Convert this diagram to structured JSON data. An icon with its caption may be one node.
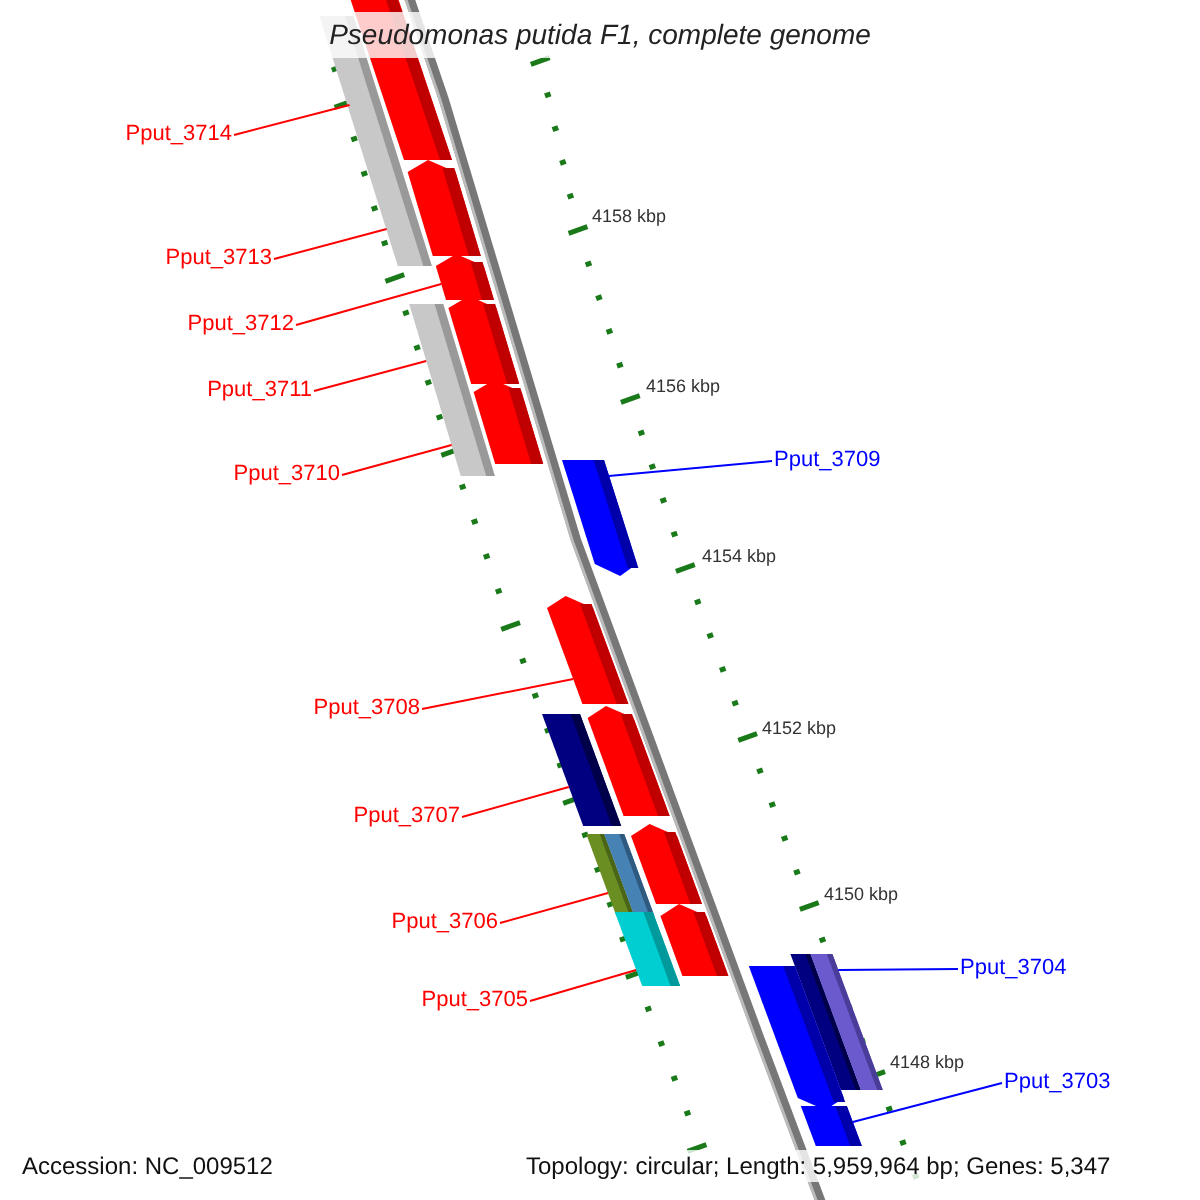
{
  "diagram": {
    "title": "Pseudomonas putida F1, complete genome",
    "nodes": [
      {
        "text": [
          "Pput_3714"
        ]
      },
      {
        "text": [
          "Pput_3713"
        ]
      },
      {
        "text": [
          "Pput_3712"
        ]
      },
      {
        "text": [
          "Pput_3711"
        ]
      },
      {
        "text": [
          "Pput_3709"
        ]
      },
      {
        "text": [
          "Pput_3710"
        ]
      },
      {
        "text": [
          "Pput_3708"
        ]
      },
      {
        "text": [
          "Pput_3707"
        ]
      },
      {
        "text": [
          "Pput_3706"
        ]
      },
      {
        "text": [
          "Pput_3704"
        ]
      },
      {
        "text": [
          "Pput_3705"
        ]
      },
      {
        "text": [
          "Pput_3703"
        ]
      },
      {
        "text": [],
        "shape": "bar"
      },
      {
        "text": [],
        "shape": "bar"
      },
      {
        "text": [],
        "shape": "bar"
      },
      {
        "text": [],
        "shape": "bar"
      },
      {
        "text": [],
        "shape": "bar"
      },
      {
        "text": [],
        "shape": "bar"
      },
      {
        "text": [],
        "shape": "bar"
      },
      {
        "text": [],
        "shape": "bar"
      },
      {
        "text": [],
        "shape": "bar"
      },
      {
        "text": [],
        "shape": "bar"
      },
      {
        "text": [],
        "shape": "bar"
      },
      {
        "text": [],
        "shape": "bar"
      },
      {
        "text": [],
        "shape": "bar"
      },
      {
        "text": [],
        "shape": "bar"
      },
      {
        "text": [],
        "shape": "bar"
      },
      {
        "text": [],
        "shape": "bar"
      },
      {
        "text": [],
        "shape": "bar"
      },
      {
        "text": [],
        "shape": "bar"
      },
      {
        "text": [],
        "shape": "bar"
      },
      {
        "text": [],
        "shape": "bar"
      }
    ],
    "edges": [
      {
        "from": 0,
        "to": 13,
        "arrow": "none"
      },
      {
        "from": 1,
        "to": 13,
        "arrow": "none"
      },
      {
        "from": 2,
        "to": 15,
        "arrow": "none"
      },
      {
        "from": 3,
        "to": 17,
        "arrow": "none"
      },
      {
        "from": 4,
        "to": 19,
        "arrow": "none",
        "color": "#0000ff"
      },
      {
        "from": 5,
        "to": 17,
        "arrow": "none"
      },
      {
        "from": 6,
        "to": 20,
        "arrow": "none"
      },
      {
        "from": 7,
        "to": 22,
        "arrow": "none"
      },
      {
        "from": 8,
        "to": 24,
        "arrow": "none"
      },
      {
        "from": 9,
        "to": 29,
        "arrow": "none",
        "color": "#0000ff"
      },
      {
        "from": 10,
        "to": 27,
        "arrow": "none"
      },
      {
        "from": 11,
        "to": 31,
        "arrow": "none",
        "color": "#0000ff"
      }
    ],
    "labels": [
      "4158 kbp",
      "4156 kbp",
      "4154 kbp",
      "4152 kbp",
      "4150 kbp",
      "4148 kbp",
      "Accession: NC_009512",
      "Topology: circular; Length: 5,959,964 bp; Genes: 5,347"
    ]
  }
}
